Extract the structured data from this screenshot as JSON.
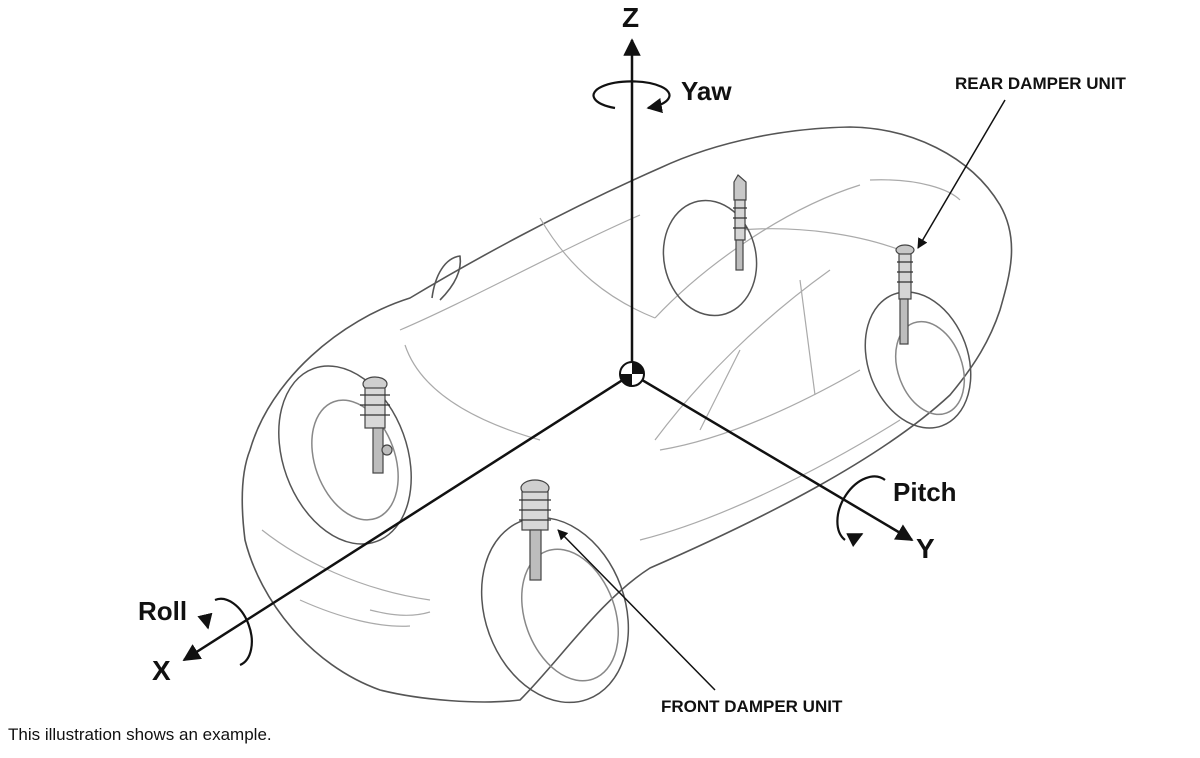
{
  "axes": {
    "z": "Z",
    "x": "X",
    "y": "Y"
  },
  "rotations": {
    "yaw": "Yaw",
    "roll": "Roll",
    "pitch": "Pitch"
  },
  "callouts": {
    "rear_damper": "REAR DAMPER UNIT",
    "front_damper": "FRONT DAMPER UNIT"
  },
  "note": "This illustration shows an example.",
  "colors": {
    "line": "#222222",
    "outline": "#555555",
    "faint": "#999999",
    "part": "#9a9a9a"
  }
}
